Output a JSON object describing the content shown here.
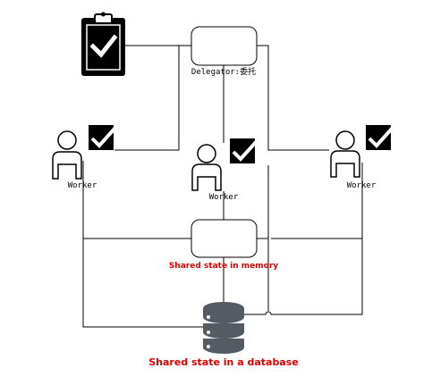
{
  "delegator": {
    "label": "Delegator:委托",
    "icon": "clipboard-check-icon"
  },
  "workers": [
    {
      "label": "Worker",
      "icon": "person-icon",
      "badge": "checkmark-icon"
    },
    {
      "label": "Worker",
      "icon": "person-icon",
      "badge": "checkmark-icon"
    },
    {
      "label": "Worker",
      "icon": "person-icon",
      "badge": "checkmark-icon"
    }
  ],
  "memory": {
    "label": "Shared state in memory"
  },
  "database": {
    "label": "Shared state in a database",
    "icon": "database-icon"
  },
  "colors": {
    "accent": "#e00000",
    "icon_fill": "#000000",
    "database_fill": "#555b63"
  }
}
